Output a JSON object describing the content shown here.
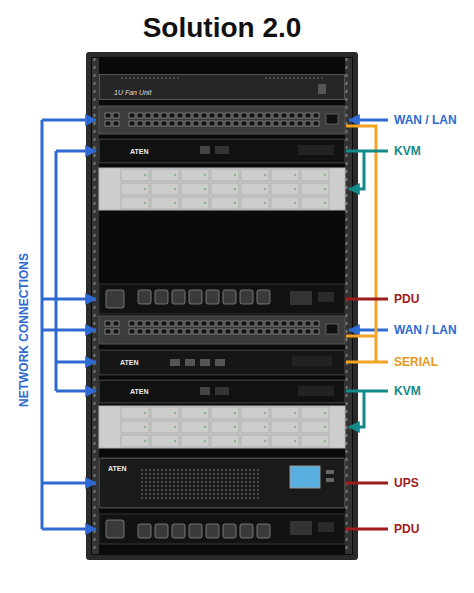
{
  "diagram": {
    "title": "Solution 2.0",
    "nodes": [
      {
        "text": [
          "1U Fan Unit"
        ]
      },
      {
        "text": [
          "ATEN"
        ]
      },
      {
        "text": [
          "ATEN"
        ]
      },
      {
        "text": [
          "ATEN"
        ]
      },
      {
        "text": [
          "ATEN"
        ]
      }
    ],
    "labels": [
      "NETWORK CONNECTIONS",
      "WAN / LAN",
      "KVM",
      "PDU",
      "WAN / LAN",
      "SERIAL",
      "KVM",
      "UPS",
      "PDU"
    ]
  }
}
